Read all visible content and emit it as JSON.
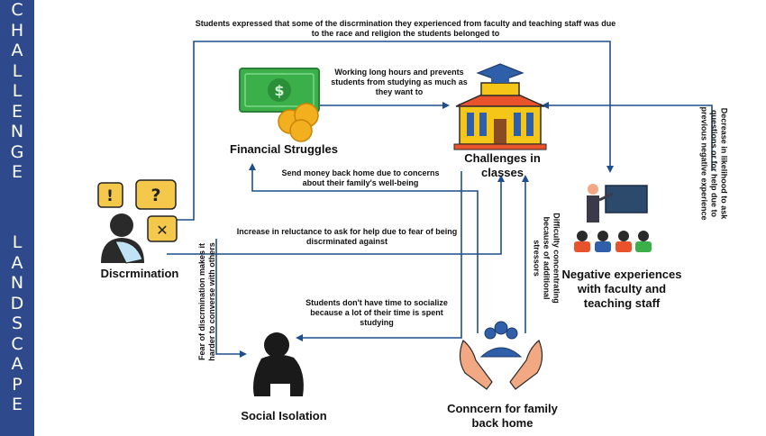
{
  "sidebar": {
    "word1": [
      "C",
      "H",
      "A",
      "L",
      "L",
      "E",
      "N",
      "G",
      "E"
    ],
    "word2": [
      "L",
      "A",
      "N",
      "D",
      "S",
      "C",
      "A",
      "P",
      "E"
    ]
  },
  "nodes": {
    "discrimination": "Discrmination",
    "financial": "Financial Struggles",
    "challenges": "Challenges in classes",
    "negative": "Negative experiences with faculty and teaching staff",
    "social": "Social Isolation",
    "family": "Conncern for family back home"
  },
  "edges": {
    "top": "Students expressed that some of the discrmination they experienced from faculty and teaching staff was due to the race and religion the students belonged to",
    "working": "Working long hours and prevents students from studying as much as they want to",
    "send_money": "Send money back home due to concerns about their family's well-being",
    "reluctance": "Increase in reluctance to ask for help due to fear of being discrminated against",
    "socialize": "Students don't have time to socialize because a lot of their time is spent studying",
    "fear": "Fear of discrmination makes it harder to converse with others",
    "difficulty": "Difficulty concentrating because of additional stressors",
    "decrease": "Decrease in likelihood to ask questions or for help due to previous negative experience"
  },
  "colors": {
    "sidebar": "#2e4a8c",
    "arrow": "#1f4e8c",
    "money": "#3bb04a",
    "coin": "#f2b01e",
    "building": "#f5c518",
    "building_roof": "#e8532b",
    "cap": "#2f5fa8",
    "person": "#2a2a2a",
    "board": "#2c4a6b",
    "hands": "#f2a883",
    "speech": "#f3c84b"
  }
}
